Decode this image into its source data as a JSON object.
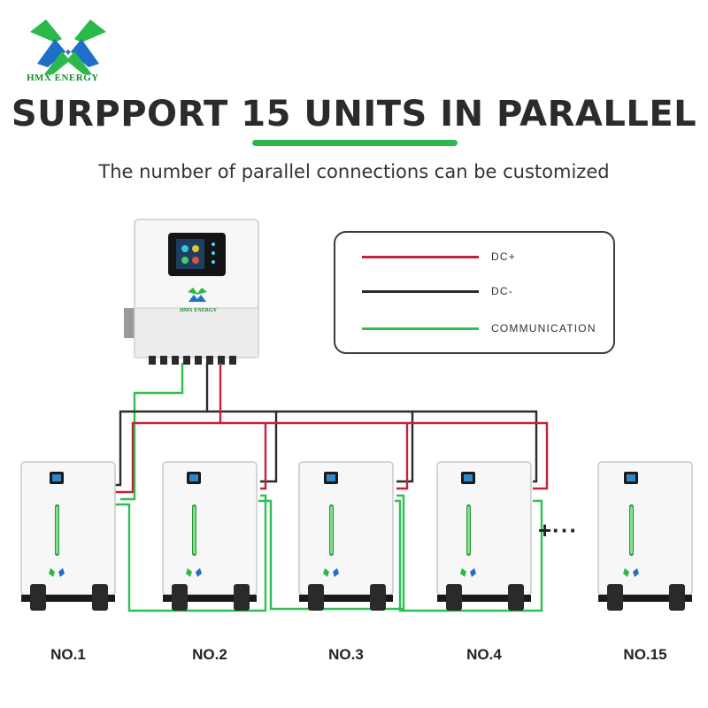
{
  "brand": {
    "logo_text": "HMX ENERGY",
    "primary_color": "#2db84b",
    "secondary_color": "#1f6fc9"
  },
  "header": {
    "title": "SURPPORT 15 UNITS IN PARALLEL",
    "subtitle": "The number of parallel connections can be customized"
  },
  "legend": {
    "items": [
      {
        "label": "DC+",
        "color": "#c0243a"
      },
      {
        "label": "DC-",
        "color": "#2b2b2b"
      },
      {
        "label": "COMMUNICATION",
        "color": "#2fbf55"
      }
    ]
  },
  "inverter": {
    "logo_text": "HMX ENERGY"
  },
  "batteries": [
    {
      "label": "NO.1"
    },
    {
      "label": "NO.2"
    },
    {
      "label": "NO.3"
    },
    {
      "label": "NO.4"
    },
    {
      "label": "NO.15"
    }
  ],
  "continuation": "+···"
}
